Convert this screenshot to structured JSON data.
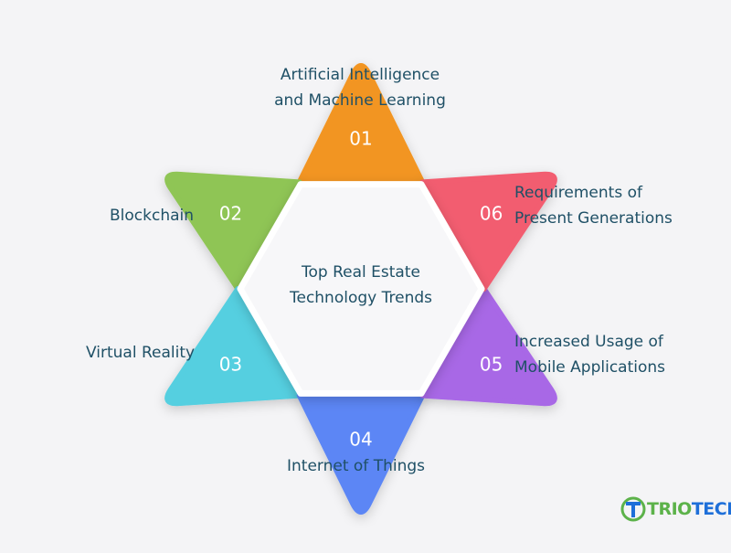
{
  "diagram": {
    "center_text": [
      "Top Real Estate",
      "Technology Trends"
    ],
    "items": [
      {
        "number": "01",
        "label": [
          "Artificial Intelligence",
          "and Machine Learning"
        ],
        "color": "#f29522"
      },
      {
        "number": "02",
        "label": [
          "Blockchain"
        ],
        "color": "#8fc555"
      },
      {
        "number": "03",
        "label": [
          "Virtual Reality"
        ],
        "color": "#55cfe0"
      },
      {
        "number": "04",
        "label": [
          "Internet of Things"
        ],
        "color": "#5c86f5"
      },
      {
        "number": "05",
        "label": [
          "Increased Usage of",
          "Mobile Applications"
        ],
        "color": "#a867e6"
      },
      {
        "number": "06",
        "label": [
          "Requirements of",
          "Present Generations"
        ],
        "color": "#f25d70"
      }
    ]
  },
  "logo": {
    "text": "TRIOTECH",
    "prefix": "TR",
    "mid": "IO",
    "suffix": "TECH",
    "green": "#5cb24a",
    "blue": "#1e6fd9"
  }
}
